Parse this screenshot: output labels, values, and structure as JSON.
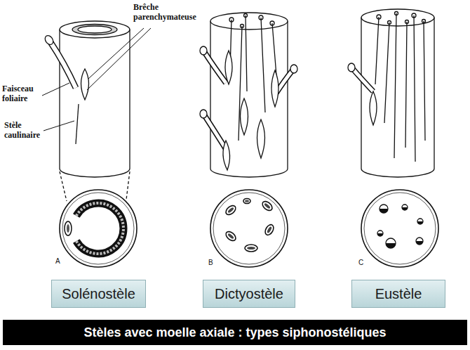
{
  "diagram": {
    "title": "Stèles avec moelle axiale : types siphonostéliques",
    "nodes": [
      {
        "text": [
          "Solénostèle"
        ]
      },
      {
        "text": [
          "Dictyostèle"
        ]
      },
      {
        "text": [
          "Eustèle"
        ]
      }
    ],
    "labels": [
      "Brêche parenchymateuse",
      "Faisceau foliaire",
      "Stèle caulinaire",
      "A",
      "B",
      "C"
    ]
  }
}
